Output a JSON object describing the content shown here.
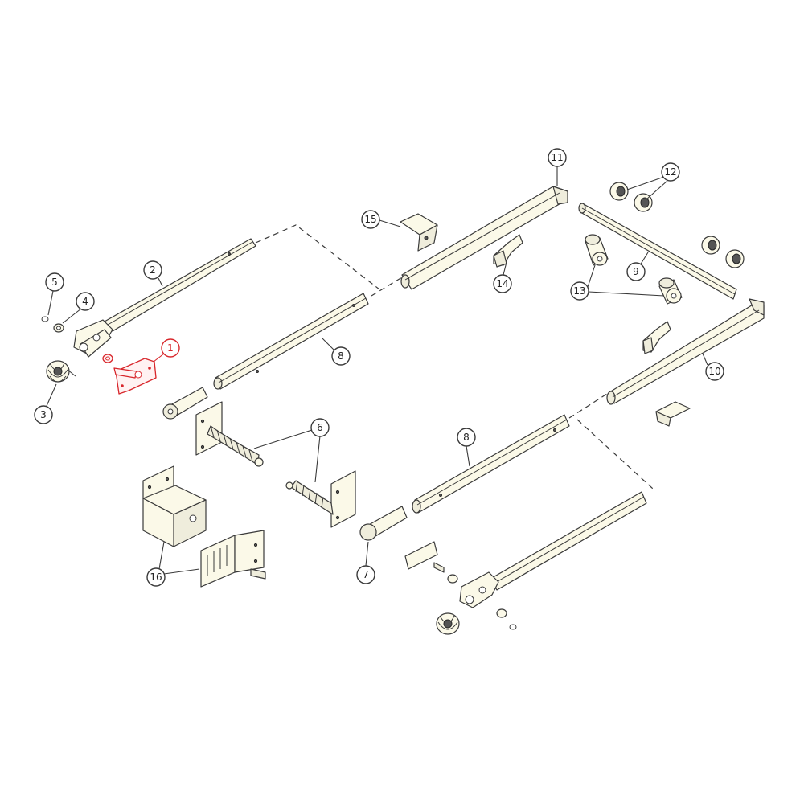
{
  "diagram": {
    "highlight_color": "#d8262b",
    "callouts": [
      {
        "id": "c1",
        "label": "1",
        "highlighted": true
      },
      {
        "id": "c2",
        "label": "2"
      },
      {
        "id": "c3",
        "label": "3"
      },
      {
        "id": "c4",
        "label": "4"
      },
      {
        "id": "c5",
        "label": "5"
      },
      {
        "id": "c6",
        "label": "6"
      },
      {
        "id": "c7",
        "label": "7"
      },
      {
        "id": "c8a",
        "label": "8"
      },
      {
        "id": "c8b",
        "label": "8"
      },
      {
        "id": "c9",
        "label": "9"
      },
      {
        "id": "c10",
        "label": "10"
      },
      {
        "id": "c11",
        "label": "11"
      },
      {
        "id": "c12",
        "label": "12"
      },
      {
        "id": "c13",
        "label": "13"
      },
      {
        "id": "c14",
        "label": "14"
      },
      {
        "id": "c15",
        "label": "15"
      },
      {
        "id": "c16",
        "label": "16"
      }
    ]
  }
}
